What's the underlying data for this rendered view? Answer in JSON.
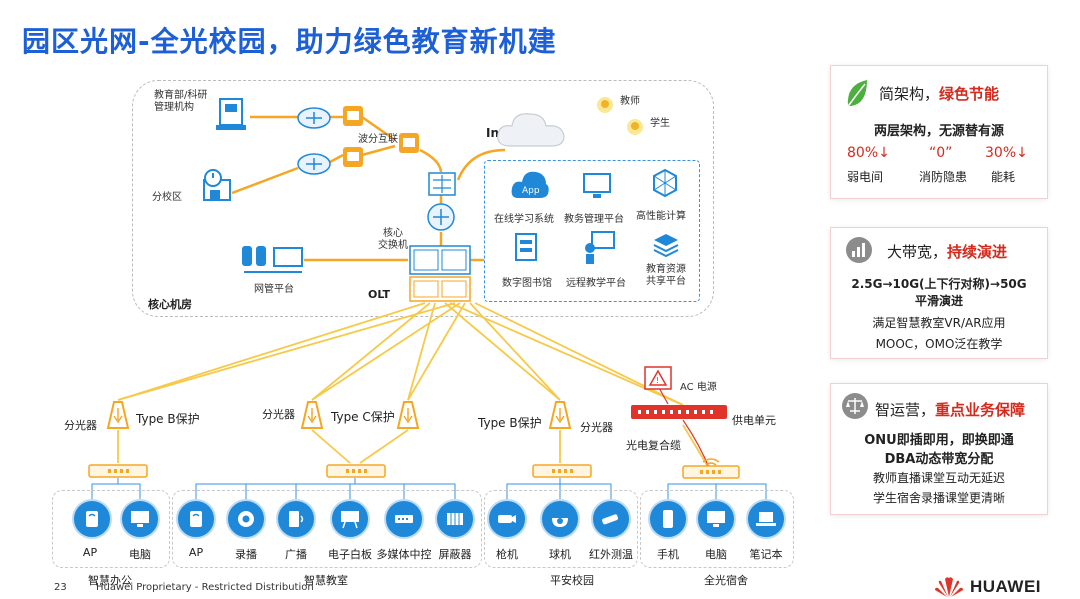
{
  "title": "园区光网-全光校园，助力绿色教育新机建",
  "core": {
    "label": "核心机房",
    "ministry": "教育部/科研管理机构",
    "ministry_l1": "教育部/科研",
    "ministry_l2": "管理机构",
    "branch": "分校区",
    "wdm": "波分互联",
    "internet": "Internet",
    "teacher": "教师",
    "student": "学生",
    "core_switch_l1": "核心",
    "core_switch_l2": "交换机",
    "olt": "OLT",
    "nms": "网管平台"
  },
  "services": [
    {
      "label": "在线学习系统",
      "icon": "app-icon"
    },
    {
      "label": "教务管理平台",
      "icon": "monitor-icon"
    },
    {
      "label": "高性能计算",
      "icon": "cube-icon"
    },
    {
      "label": "数字图书馆",
      "icon": "library-icon"
    },
    {
      "label": "远程教学平台",
      "icon": "teaching-icon"
    },
    {
      "label_l1": "教育资源",
      "label_l2": "共享平台",
      "icon": "stack-icon"
    }
  ],
  "mid": {
    "splitter": "分光器",
    "typeB1": "Type B保护",
    "typeC": "Type C保护",
    "typeB2": "Type B保护",
    "ac": "AC 电源",
    "power_unit": "供电单元",
    "cable": "光电复合缆"
  },
  "groups": [
    {
      "name": "智慧办公",
      "devices": [
        {
          "label": "AP",
          "icon": "ap-icon"
        },
        {
          "label": "电脑",
          "icon": "pc-icon"
        }
      ]
    },
    {
      "name": "智慧教室",
      "devices": [
        {
          "label": "AP",
          "icon": "ap-icon"
        },
        {
          "label": "录播",
          "icon": "camera-dome-icon"
        },
        {
          "label": "广播",
          "icon": "speaker-icon"
        },
        {
          "label": "电子白板",
          "icon": "whiteboard-icon"
        },
        {
          "label": "多媒体中控",
          "icon": "controller-icon"
        },
        {
          "label": "屏蔽器",
          "icon": "shield-box-icon"
        }
      ]
    },
    {
      "name": "平安校园",
      "devices": [
        {
          "label": "枪机",
          "icon": "bullet-camera-icon"
        },
        {
          "label": "球机",
          "icon": "dome-camera-icon"
        },
        {
          "label": "红外测温",
          "icon": "thermal-icon"
        }
      ]
    },
    {
      "name": "全光宿舍",
      "devices": [
        {
          "label": "手机",
          "icon": "phone-icon"
        },
        {
          "label": "电脑",
          "icon": "pc-icon"
        },
        {
          "label": "笔记本",
          "icon": "laptop-icon"
        }
      ]
    }
  ],
  "panels": [
    {
      "title_prefix": "简架构，",
      "title_highlight": "绿色节能",
      "icon": "leaf-icon",
      "subtitle": "两层架构，无源替有源",
      "stats": [
        {
          "value": "80%↓",
          "label": "弱电间"
        },
        {
          "value": "“0”",
          "label": "消防隐患"
        },
        {
          "value": "30%↓",
          "label": "能耗"
        }
      ]
    },
    {
      "title_prefix": "大带宽，",
      "title_highlight": "持续演进",
      "icon": "bandwidth-icon",
      "line1": "2.5G→10G(上下行对称)→50G",
      "line2": "平滑演进",
      "line3": "满足智慧教室VR/AR应用",
      "line4": "MOOC，OMO泛在教学"
    },
    {
      "title_prefix": "智运营，",
      "title_highlight": "重点业务保障",
      "icon": "scale-icon",
      "line1": "ONU即插即用，即换即通",
      "line2": "DBA动态带宽分配",
      "line3": "教师直播课堂互动无延迟",
      "line4": "学生宿舍录播课堂更清晰"
    }
  ],
  "footer": {
    "page": "23",
    "text": "Huawei Proprietary - Restricted Distribution",
    "brand": "HUAWEI"
  },
  "colors": {
    "title": "#1d5fd6",
    "accent_red": "#d52a1d",
    "orange": "#f5a623",
    "yellow_line": "#f7c948",
    "blue_icon": "#1f88d8"
  }
}
